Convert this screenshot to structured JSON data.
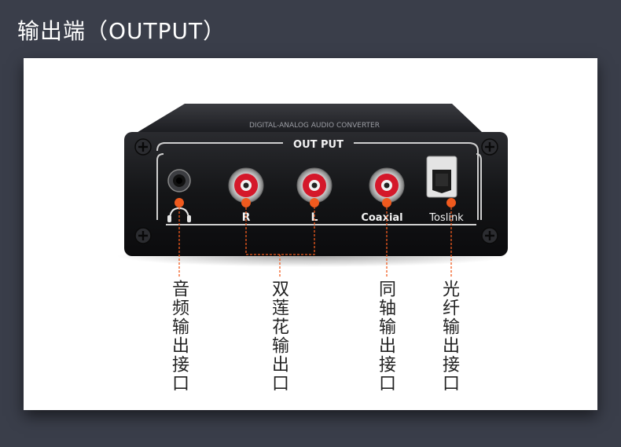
{
  "page": {
    "title": "输出端（OUTPUT）"
  },
  "device": {
    "panel_label": "OUT PUT",
    "port_labels": {
      "right": "R",
      "left": "L",
      "coaxial": "Coaxial",
      "toslink": "Toslink"
    },
    "top_text": "DIGITAL-ANALOG AUDIO CONVERTER",
    "colors": {
      "rca_red": "#d4182a",
      "marker_orange": "#f05a1e",
      "body": "#17181b"
    }
  },
  "callouts": {
    "headphone": "音频输出接口",
    "stereo_rca": "双莲花输出口",
    "coaxial": "同轴输出接口",
    "optical": "光纤输出接口"
  }
}
